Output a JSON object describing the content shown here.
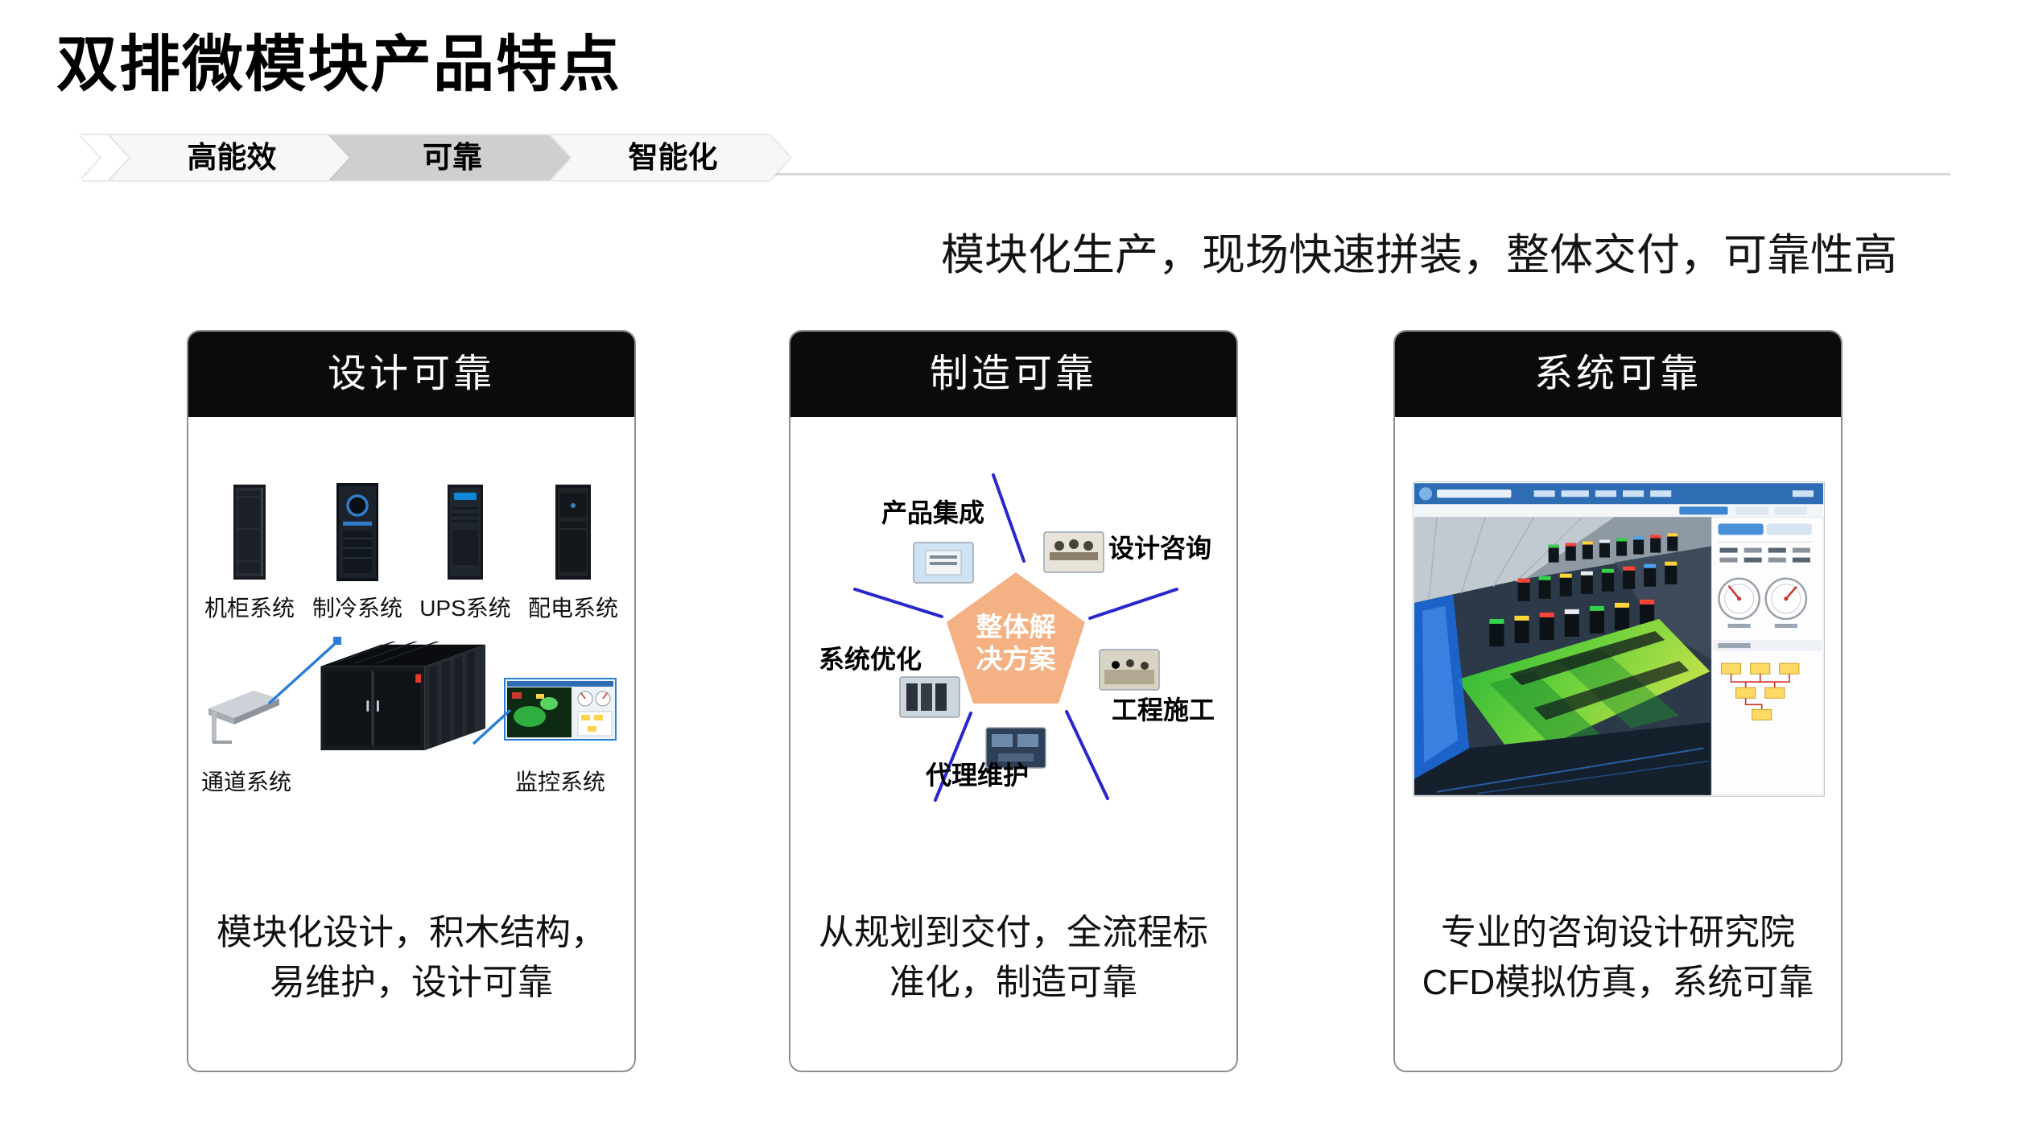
{
  "page": {
    "title": "双排微模块产品特点",
    "headline": "模块化生产，现场快速拼装，整体交付，可靠性高"
  },
  "tabs": {
    "items": [
      {
        "label": "高能效"
      },
      {
        "label": "可靠"
      },
      {
        "label": "智能化"
      }
    ],
    "active": "可靠"
  },
  "cards": [
    {
      "title": "设计可靠",
      "systems": [
        "机柜系统",
        "制冷系统",
        "UPS系统",
        "配电系统"
      ],
      "sub_labels": [
        "通道系统",
        "监控系统"
      ],
      "caption": [
        "模块化设计，积木结构，",
        "易维护，设计可靠"
      ]
    },
    {
      "title": "制造可靠",
      "pentagon": {
        "center": [
          "整体解",
          "决方案"
        ],
        "labels": [
          "产品集成",
          "设计咨询",
          "系统优化",
          "工程施工",
          "代理维护"
        ]
      },
      "caption": [
        "从规划到交付，全流程标",
        "准化，制造可靠"
      ]
    },
    {
      "title": "系统可靠",
      "caption": [
        "专业的咨询设计研究院",
        "CFD模拟仿真，系统可靠"
      ]
    }
  ],
  "colors": {
    "tab_active_bg": "#cfcfcf",
    "card_header_bg": "#0b0b0b",
    "pentagon_orange": "#f4b183",
    "diagram_line_blue": "#2727cc",
    "connector_blue": "#2b7fd9"
  }
}
